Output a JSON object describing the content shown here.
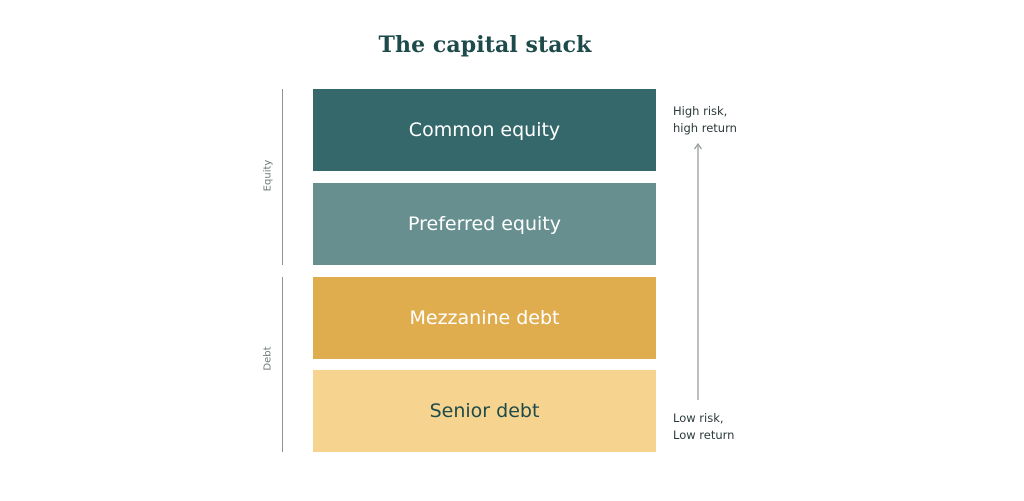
{
  "title": "The capital stack",
  "layers": [
    {
      "label": "Common equity",
      "bg": "#34686a",
      "fg": "#ffffff"
    },
    {
      "label": "Preferred equity",
      "bg": "#678f8f",
      "fg": "#ffffff"
    },
    {
      "label": "Mezzanine debt",
      "bg": "#e0ad4e",
      "fg": "#ffffff"
    },
    {
      "label": "Senior debt",
      "bg": "#f6d38f",
      "fg": "#1d4a4a"
    }
  ],
  "groups": {
    "equity": "Equity",
    "debt": "Debt"
  },
  "risk": {
    "high_line1": "High risk,",
    "high_line2": "high return",
    "low_line1": "Low risk,",
    "low_line2": "Low return"
  },
  "colors": {
    "title": "#1d4a4a",
    "bracket": "#8c9494",
    "arrow": "#8c9494"
  }
}
